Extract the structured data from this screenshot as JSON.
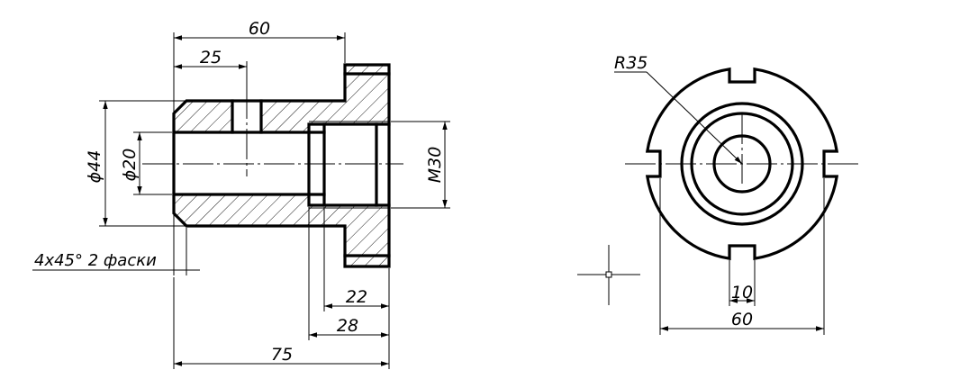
{
  "front_view": {
    "dim_total_length_top": "60",
    "dim_hole_position": "25",
    "dim_outer_diameter": "ϕ44",
    "dim_bore_diameter": "ϕ20",
    "dim_thread": "M30",
    "chamfer_note": "4x45° 2 фаски",
    "dim_thread_depth": "22",
    "dim_counterbore_depth": "28",
    "dim_overall_length": "75"
  },
  "side_view": {
    "dim_radius": "R35",
    "dim_slot_width": "10",
    "dim_width": "60"
  },
  "colors": {
    "line": "#000000",
    "background": "#ffffff"
  }
}
